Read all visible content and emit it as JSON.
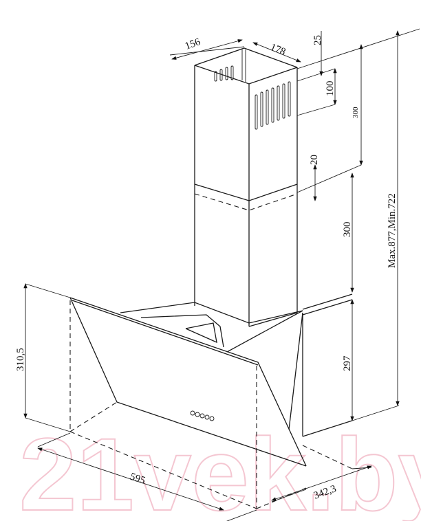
{
  "title": "Cooker hood dimension drawing",
  "dimensions": {
    "chimney_depth": "156",
    "chimney_width": "178",
    "top_offset": "25",
    "vent_height": "100",
    "upper_chimney": "300",
    "overlap": "20",
    "lower_chimney": "300",
    "total_height": "Max.877,Min.722",
    "body_height_right": "297",
    "body_height_left": "310,5",
    "width": "595",
    "depth": "342,3"
  },
  "watermark": "21vek.by",
  "colors": {
    "line": "#1a1a1a",
    "watermark": "#f2b8c6"
  }
}
